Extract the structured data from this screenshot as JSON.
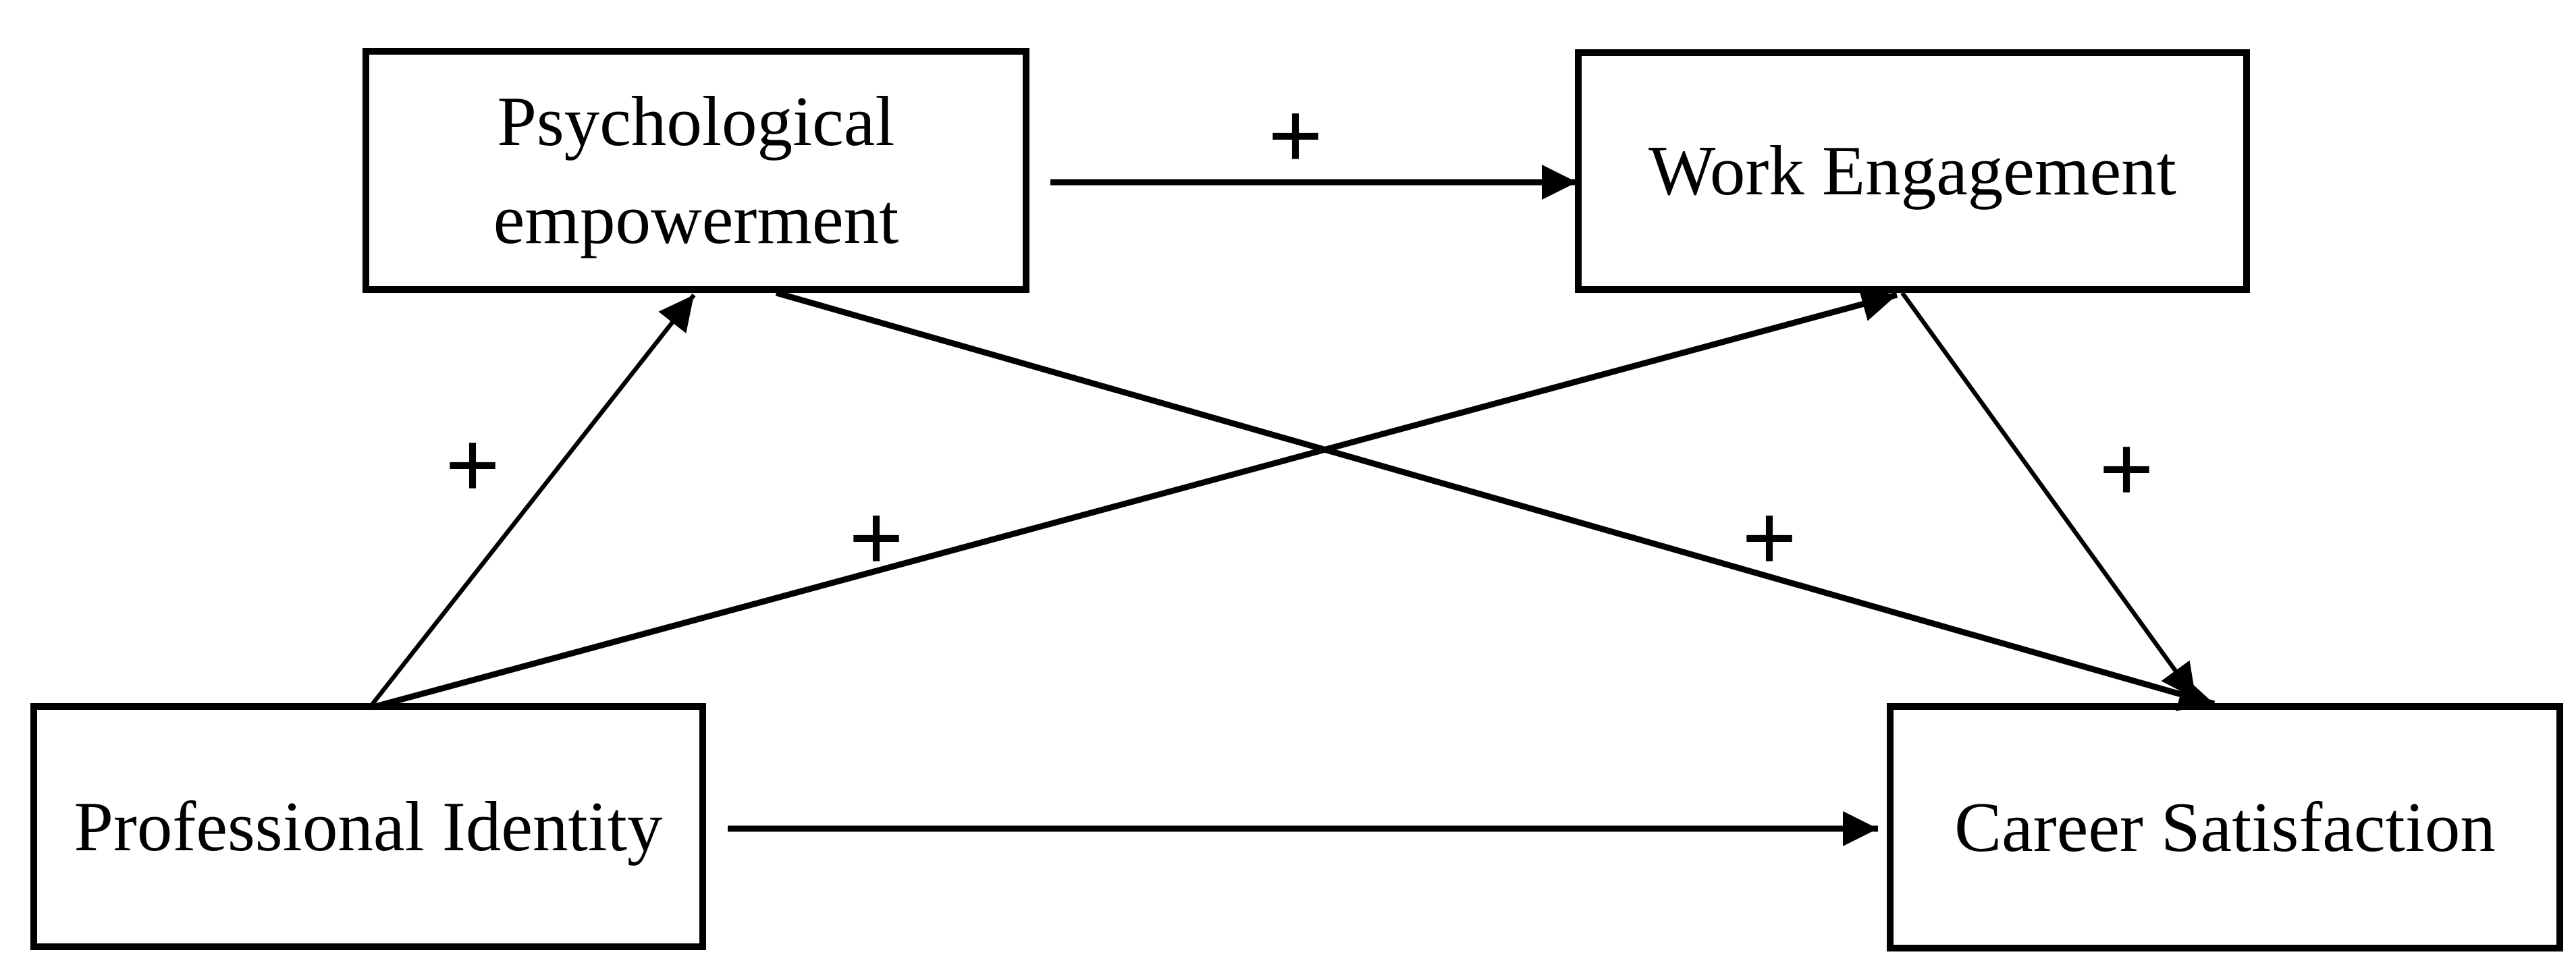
{
  "diagram": {
    "description": "Conceptual path model with four constructs and positive (+) hypothesized paths",
    "colors": {
      "background": "#ffffff",
      "ink": "#000000"
    },
    "nodes": [
      {
        "id": "psychological-empowerment",
        "label": "Psychological empowerment"
      },
      {
        "id": "work-engagement",
        "label": "Work Engagement"
      },
      {
        "id": "professional-identity",
        "label": "Professional Identity"
      },
      {
        "id": "career-satisfaction",
        "label": "Career Satisfaction"
      }
    ],
    "edges": [
      {
        "from": "psychological-empowerment",
        "to": "work-engagement",
        "sign": "+"
      },
      {
        "from": "professional-identity",
        "to": "psychological-empowerment",
        "sign": "+"
      },
      {
        "from": "professional-identity",
        "to": "work-engagement",
        "sign": "+"
      },
      {
        "from": "psychological-empowerment",
        "to": "career-satisfaction",
        "sign": "+"
      },
      {
        "from": "work-engagement",
        "to": "career-satisfaction",
        "sign": "+"
      },
      {
        "from": "professional-identity",
        "to": "career-satisfaction"
      }
    ]
  }
}
